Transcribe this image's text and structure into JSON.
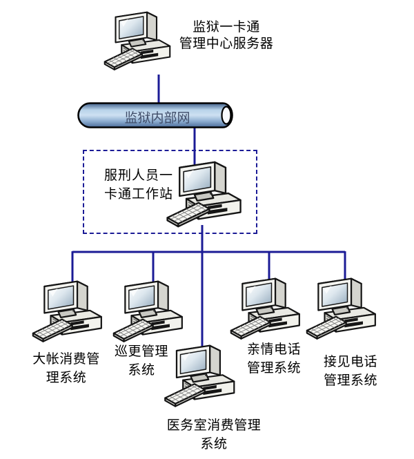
{
  "diagram": {
    "type": "network-topology",
    "nodes": {
      "server": {
        "icon": "desktop-pc-icon",
        "label_lines": [
          "监狱一卡通",
          "管理中心服务器"
        ]
      },
      "intranet": {
        "icon": "network-cylinder-icon",
        "label": "监狱内部网"
      },
      "workstation": {
        "icon": "desktop-pc-icon",
        "boxed": true,
        "label_lines": [
          "服刑人员一",
          "卡通工作站"
        ]
      },
      "systems": [
        {
          "icon": "desktop-pc-icon",
          "label_lines": [
            "大帐消费管",
            "理系统"
          ]
        },
        {
          "icon": "desktop-pc-icon",
          "label_lines": [
            "巡更管理",
            "系统"
          ]
        },
        {
          "icon": "desktop-pc-icon",
          "label_lines": [
            "医务室消费管理",
            "系统"
          ]
        },
        {
          "icon": "desktop-pc-icon",
          "label_lines": [
            "亲情电话",
            "管理系统"
          ]
        },
        {
          "icon": "desktop-pc-icon",
          "label_lines": [
            "接见电话",
            "管理系统"
          ]
        }
      ]
    },
    "colors": {
      "connector": "#1b1b96",
      "box_border": "#1b1b96",
      "text": "#000000",
      "cylinder_text": "#3f4c68",
      "background": "#ffffff"
    }
  }
}
